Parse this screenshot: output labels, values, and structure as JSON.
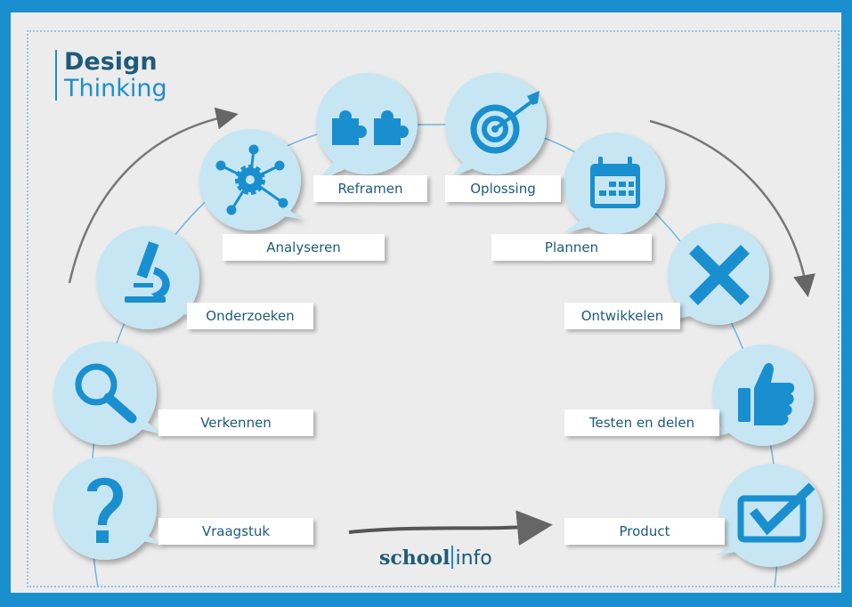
{
  "title": {
    "line1": "Design",
    "line2": "Thinking"
  },
  "steps": [
    {
      "label": "Vraagstuk",
      "icon": "question-icon"
    },
    {
      "label": "Verkennen",
      "icon": "magnifier-icon"
    },
    {
      "label": "Onderzoeken",
      "icon": "microscope-icon"
    },
    {
      "label": "Analyseren",
      "icon": "network-gear-icon"
    },
    {
      "label": "Reframen",
      "icon": "puzzle-icon"
    },
    {
      "label": "Oplossing",
      "icon": "target-icon"
    },
    {
      "label": "Plannen",
      "icon": "calendar-icon"
    },
    {
      "label": "Ontwikkelen",
      "icon": "tools-icon"
    },
    {
      "label": "Testen en delen",
      "icon": "thumbs-up-icon"
    },
    {
      "label": "Product",
      "icon": "checkbox-icon"
    }
  ],
  "logo": {
    "school": "school",
    "info": "info"
  },
  "colors": {
    "frame": "#1a8fcf",
    "bubble": "#c6e6f3",
    "icon": "#1a8fcf",
    "text": "#1e5b7a"
  }
}
